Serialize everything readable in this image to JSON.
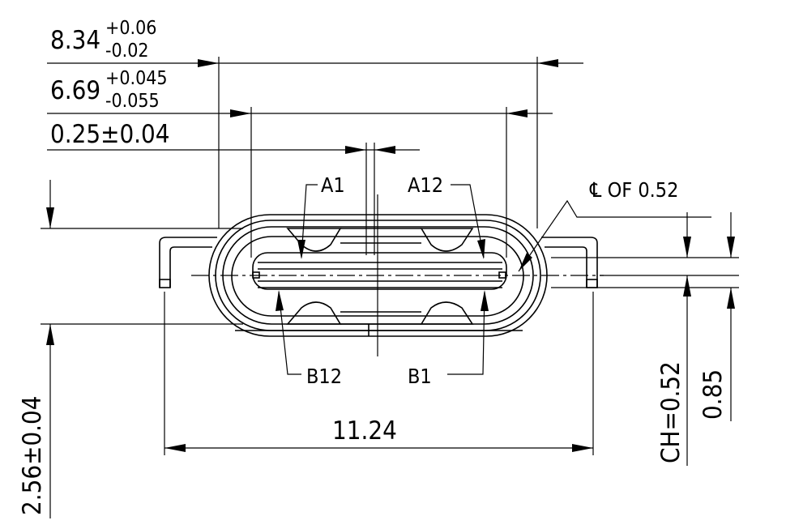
{
  "dimensions": {
    "overall_width": {
      "nominal": "8.34",
      "upper_tol": "+0.06",
      "lower_tol": "-0.02"
    },
    "opening_width": {
      "nominal": "6.69",
      "upper_tol": "+0.045",
      "lower_tol": "-0.055"
    },
    "centerline_offset": "0.25±0.04",
    "height": "2.56±0.04",
    "mount_span": "11.24",
    "chamfer": "CH=0.52",
    "tongue_thickness": "0.85",
    "centerline_note": "℄ OF 0.52"
  },
  "pin_labels": {
    "a1": "A1",
    "a12": "A12",
    "b12": "B12",
    "b1": "B1"
  }
}
